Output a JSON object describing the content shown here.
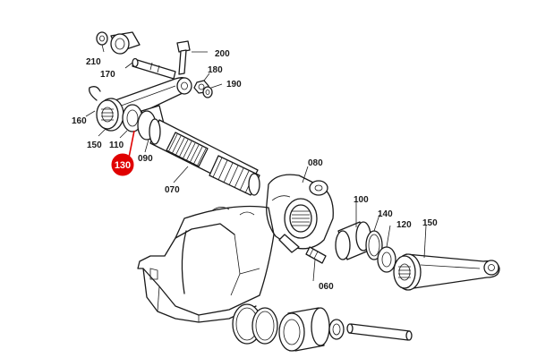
{
  "diagram": {
    "highlight_color": "#e00000",
    "line_color": "#1a1a1a",
    "labels": {
      "p210": "210",
      "p170": "170",
      "p200": "200",
      "p180": "180",
      "p190": "190",
      "p160": "160",
      "p150a": "150",
      "p110": "110",
      "p090": "090",
      "p130": "130",
      "p070": "070",
      "p080": "080",
      "p100": "100",
      "p140": "140",
      "p120": "120",
      "p150b": "150",
      "p060": "060"
    }
  }
}
